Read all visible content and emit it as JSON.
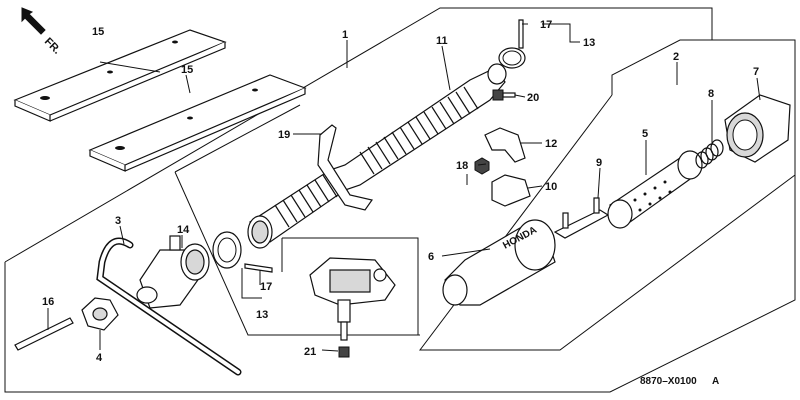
{
  "direction": {
    "arrow_label": "FR."
  },
  "callouts": {
    "p1": "1",
    "p2": "2",
    "p3": "3",
    "p4": "4",
    "p5": "5",
    "p6": "6",
    "p7": "7",
    "p8": "8",
    "p9": "9",
    "p10": "10",
    "p11": "11",
    "p12": "12",
    "p13a": "13",
    "p13b": "13",
    "p14": "14",
    "p15a": "15",
    "p15b": "15",
    "p16": "16",
    "p17a": "17",
    "p17b": "17",
    "p18": "18",
    "p19": "19",
    "p20": "20",
    "p21": "21"
  },
  "diagram_code": "8870–X0100",
  "diagram_rev": "A",
  "part_marking": "HONDA"
}
